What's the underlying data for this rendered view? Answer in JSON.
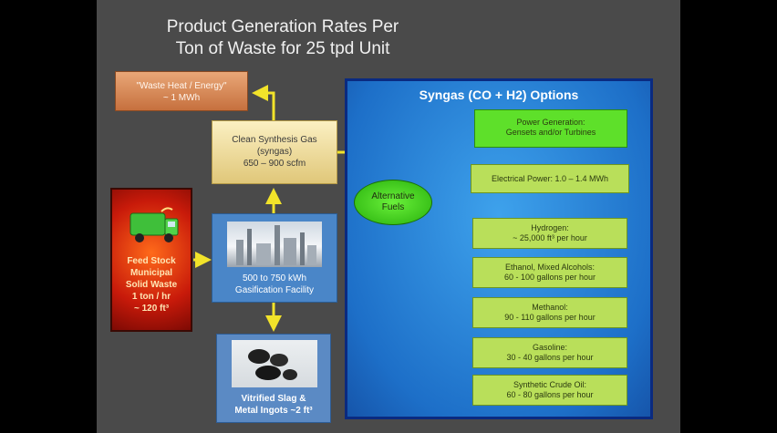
{
  "title": {
    "line1": "Product Generation Rates Per",
    "line2": "Ton of Waste for 25 tpd Unit"
  },
  "waste_heat": {
    "line1": "\"Waste Heat / Energy\"",
    "line2": "~ 1 MWh"
  },
  "syngas_box": {
    "line1": "Clean Synthesis Gas",
    "line2": "(syngas)",
    "line3": "650 – 900 scfm"
  },
  "feedstock": {
    "line1": "Feed Stock",
    "line2": "Municipal",
    "line3": "Solid Waste",
    "line4": "1 ton / hr",
    "line5": "~ 120 ft³"
  },
  "gasification": {
    "line1": "500 to 750 kWh",
    "line2": "Gasification Facility"
  },
  "slag": {
    "line1": "Vitrified Slag &",
    "line2": "Metal Ingots  ~2 ft³"
  },
  "panel": {
    "title": "Syngas (CO + H2) Options"
  },
  "alt_fuels": {
    "line1": "Alternative",
    "line2": "Fuels"
  },
  "options": {
    "power_gen": {
      "line1": "Power Generation:",
      "line2": "Gensets and/or Turbines"
    },
    "electrical": "Electrical Power: 1.0 – 1.4 MWh",
    "hydrogen": {
      "line1": "Hydrogen:",
      "line2": "~ 25,000 ft³ per hour"
    },
    "ethanol": {
      "line1": "Ethanol, Mixed Alcohols:",
      "line2": "60 - 100 gallons per hour"
    },
    "methanol": {
      "line1": "Methanol:",
      "line2": "90 - 110 gallons per hour"
    },
    "gasoline": {
      "line1": "Gasoline:",
      "line2": "30 - 40 gallons per hour"
    },
    "crude": {
      "line1": "Synthetic Crude Oil:",
      "line2": "60 - 80 gallons per hour"
    }
  },
  "colors": {
    "arrow": "#f2e32a",
    "panel": "#2a86db",
    "option_box": "#b9df5a"
  }
}
